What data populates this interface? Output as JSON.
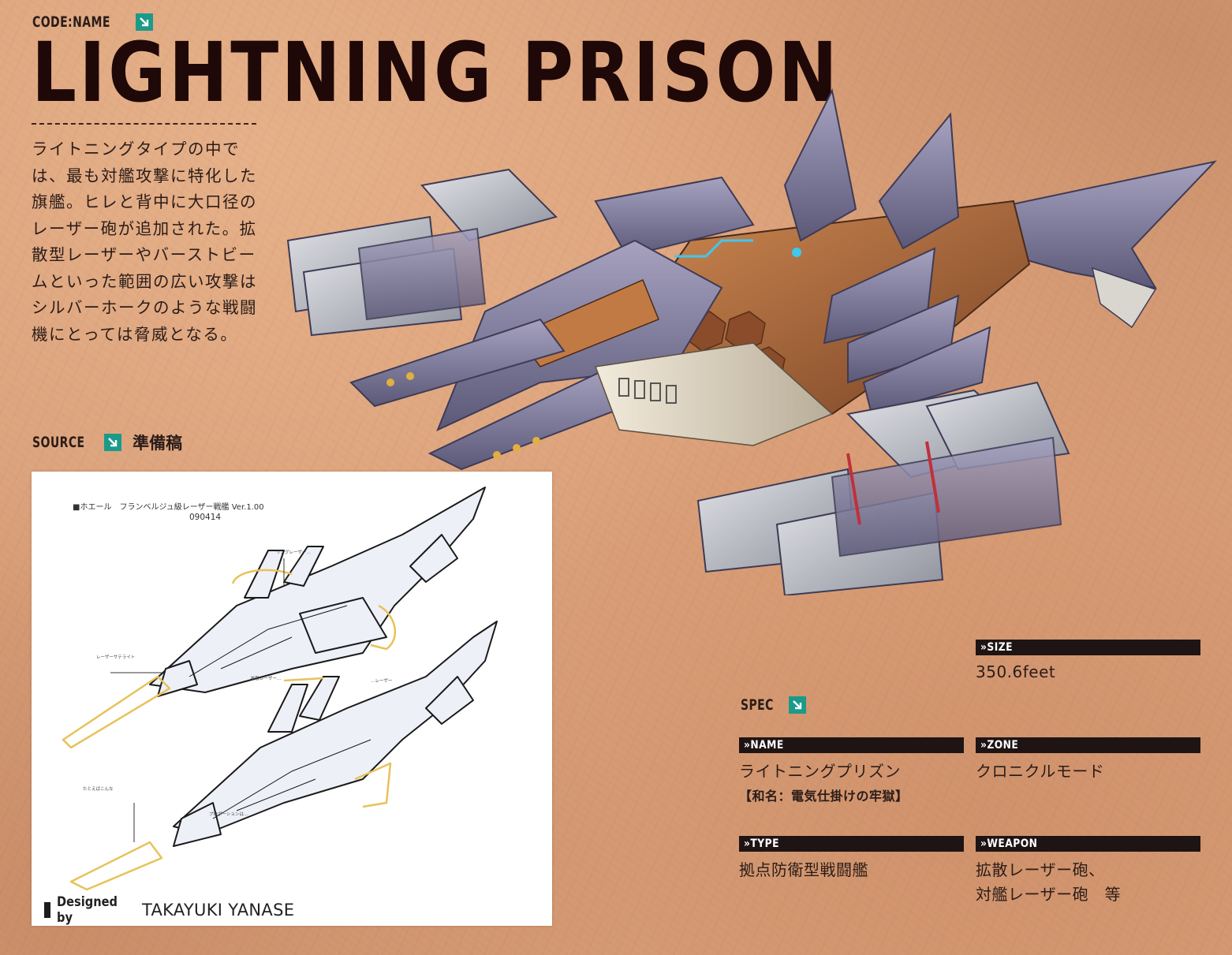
{
  "header": {
    "code_name_label": "CODE:NAME",
    "title": "LIGHTNING PRISON"
  },
  "description": {
    "lines": [
      "ライトニングタイプの中で",
      "は、最も対艦攻撃に特化した",
      "旗艦。ヒレと背中に大口径の",
      "レーザー砲が追加された。拡",
      "散型レーザーやバーストビー",
      "ムといった範囲の広い攻撃は",
      "シルバーホークのような戦闘",
      "機にとっては脅威となる。"
    ]
  },
  "source": {
    "label": "SOURCE",
    "value": "準備稿",
    "sketch": {
      "header": "■ホエール　フランベルジュ級レーザー戦艦 Ver.1.00",
      "date": "090414",
      "designed_by_label": "Designed by",
      "designer": "TAKAYUKI YANASE"
    }
  },
  "spec": {
    "label": "SPEC",
    "size": {
      "label": "»SIZE",
      "value": "350.6feet"
    },
    "name": {
      "label": "»NAME",
      "value": "ライトニングプリズン",
      "sub": "【和名：電気仕掛けの牢獄】"
    },
    "zone": {
      "label": "»ZONE",
      "value": "クロニクルモード"
    },
    "type": {
      "label": "»TYPE",
      "value": "拠点防衛型戦闘艦"
    },
    "weapon": {
      "label": "»WEAPON",
      "value_line1": "拡散レーザー砲、",
      "value_line2": "対艦レーザー砲　等"
    }
  },
  "icons": {
    "section_arrow": "arrow-down-right-icon"
  },
  "colors": {
    "background": "#d9a07a",
    "accent_teal": "#1b9a8a",
    "title": "#1f0808",
    "spec_bar": "#1e1414",
    "ship_hull_purple": "#7c7898",
    "ship_hull_copper": "#a8653a",
    "ship_armor_grey": "#b9bcc4",
    "sketch_highlight": "#e8c25a"
  }
}
